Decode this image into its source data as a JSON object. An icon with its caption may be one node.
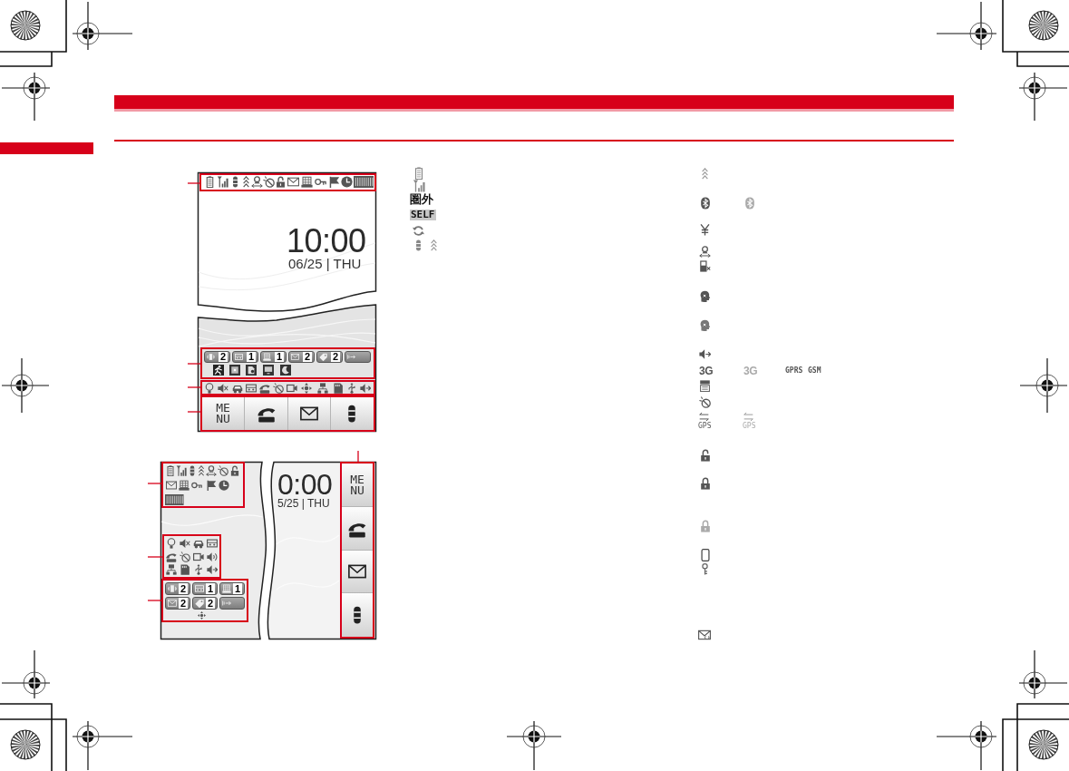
{
  "diagram": {
    "nodes": [
      {
        "text": [],
        "shape": "box"
      },
      {
        "text": [],
        "shape": "box"
      },
      {
        "text": [],
        "shape": "box"
      },
      {
        "text": [],
        "shape": "box"
      },
      {
        "text": [],
        "shape": "box"
      },
      {
        "text": [],
        "shape": "box"
      },
      {
        "text": [],
        "shape": "box"
      },
      {
        "text": [],
        "shape": "box"
      }
    ],
    "edges": [
      {
        "from": null,
        "to": 0,
        "arrow": "none"
      },
      {
        "from": null,
        "to": 1,
        "arrow": "none"
      },
      {
        "from": null,
        "to": 2,
        "arrow": "none"
      },
      {
        "from": null,
        "to": 3,
        "arrow": "none"
      },
      {
        "from": null,
        "to": 4,
        "arrow": "none"
      },
      {
        "from": null,
        "to": 5,
        "arrow": "none"
      },
      {
        "from": null,
        "to": 6,
        "arrow": "none"
      },
      {
        "from": null,
        "to": 7,
        "arrow": "none"
      }
    ],
    "labels": [
      "10:00",
      "06/25 | THU",
      "2",
      "1",
      "1",
      "2",
      "2",
      "MENU",
      "0:00",
      "5/25 | THU",
      "MENU",
      "2",
      "1",
      "1",
      "2",
      "2",
      "圏外",
      "SELF",
      "3G",
      "3G",
      "GPRS",
      "GSM",
      "GPS",
      "GPS"
    ]
  }
}
